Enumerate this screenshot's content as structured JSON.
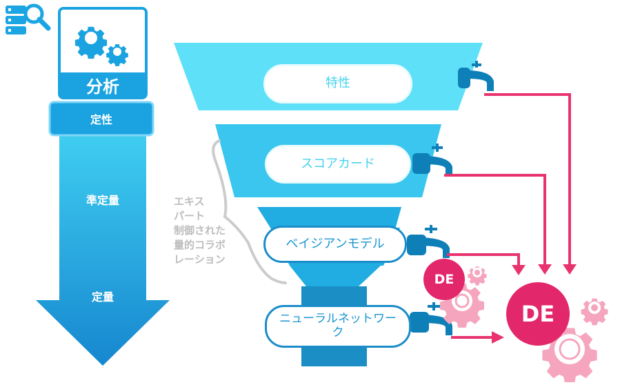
{
  "analysis": {
    "title": "分析",
    "qualitative": "定性",
    "semi_quantitative": "準定量",
    "quantitative": "定量"
  },
  "funnel": {
    "stage1": "特性",
    "stage2": "スコアカード",
    "stage3": "ベイジアンモデル",
    "stage4": "ニューラルネットワーク"
  },
  "side_note": {
    "line1": "エキス",
    "line2": "パート",
    "line3": "制御された",
    "line4": "量的コラボ",
    "line5": "レーション"
  },
  "de": {
    "small": "DE",
    "large": "DE"
  },
  "colors": {
    "funnel_top": "#5ee0f8",
    "funnel_mid": "#3ac6ee",
    "funnel_low": "#21ace2",
    "funnel_bottom": "#1b8ec6",
    "arrow": "#e8336e",
    "de_circle": "#e2276a",
    "gear_light": "#f5a6be",
    "analysis_blue": "#1aa3e0"
  }
}
